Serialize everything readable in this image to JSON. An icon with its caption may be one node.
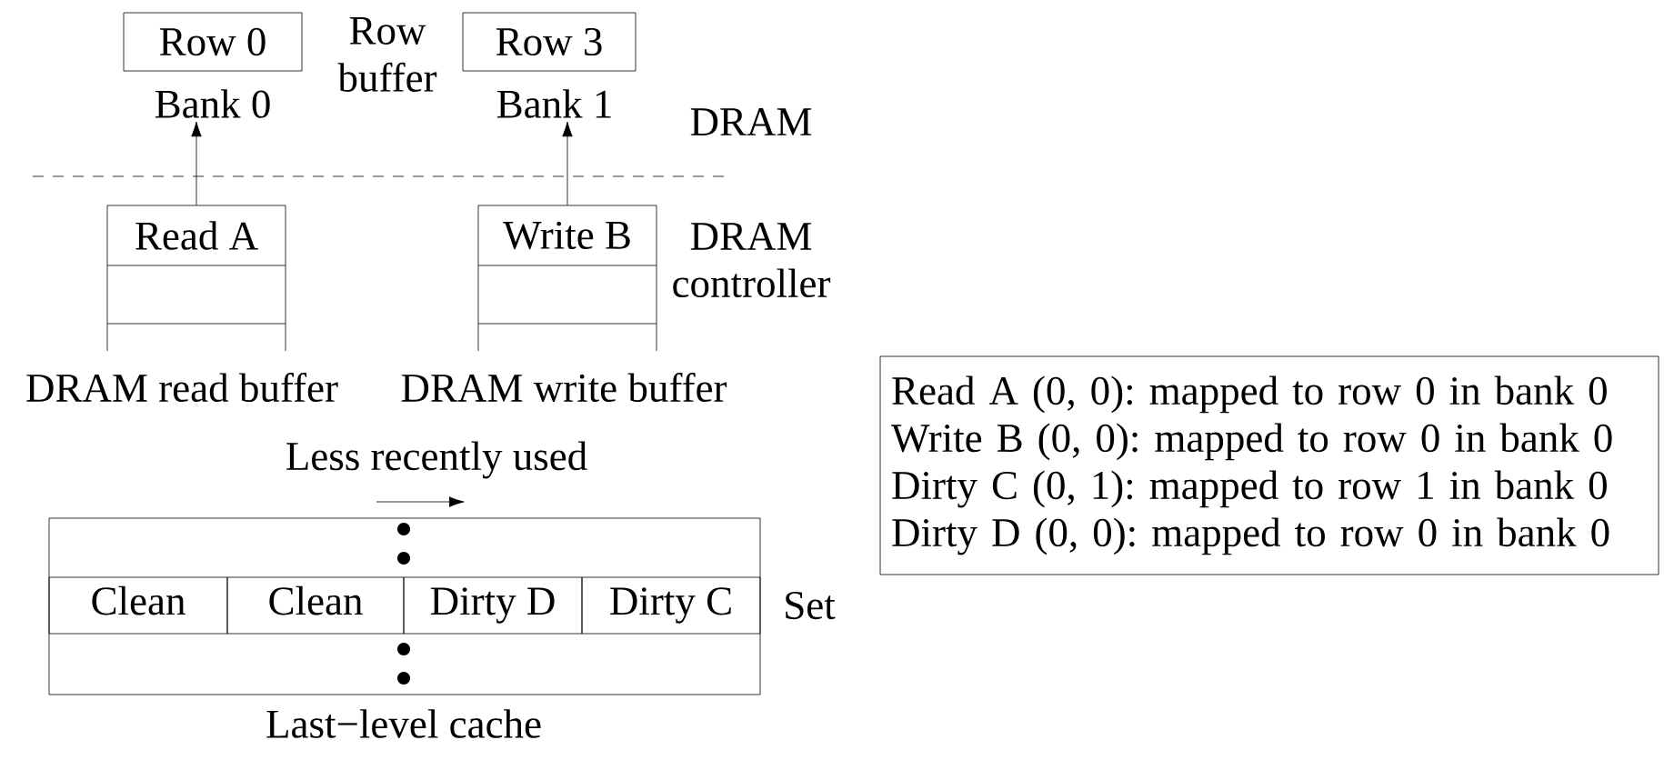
{
  "diagram": {
    "nodes": [
      {
        "text": [
          "Row 0"
        ]
      },
      {
        "text": [
          "Bank 0"
        ]
      },
      {
        "text": [
          "Row 3"
        ]
      },
      {
        "text": [
          "Bank 1"
        ]
      },
      {
        "text": [
          "Read A"
        ],
        "beside": [
          "DRAM read buffer"
        ]
      },
      {
        "text": [
          "Write B"
        ],
        "beside": [
          "DRAM write buffer"
        ]
      },
      {
        "text": [
          "Read A (0, 0): mapped to row 0 in bank 0",
          "Write B (0, 0): mapped to row 0 in bank 0",
          "Dirty C (0, 1): mapped to row 1 in bank 0",
          "Dirty D (0, 0): mapped to row 0 in bank 0"
        ]
      },
      {
        "text": [],
        "shape": "box",
        "beside": [
          "Last−level cache"
        ]
      },
      {
        "text": [
          "Clean"
        ],
        "in": 7
      },
      {
        "text": [
          "Clean"
        ],
        "in": 7
      },
      {
        "text": [
          "Dirty D"
        ],
        "in": 7
      },
      {
        "text": [
          "Dirty C"
        ],
        "in": 7
      }
    ],
    "edges": [
      {
        "from": 4,
        "to": 1,
        "arrow": "to"
      },
      {
        "from": 5,
        "to": 3,
        "arrow": "to"
      }
    ],
    "labels": [
      "Row buffer",
      "DRAM",
      "DRAM controller",
      "Less recently used",
      "Set"
    ]
  }
}
